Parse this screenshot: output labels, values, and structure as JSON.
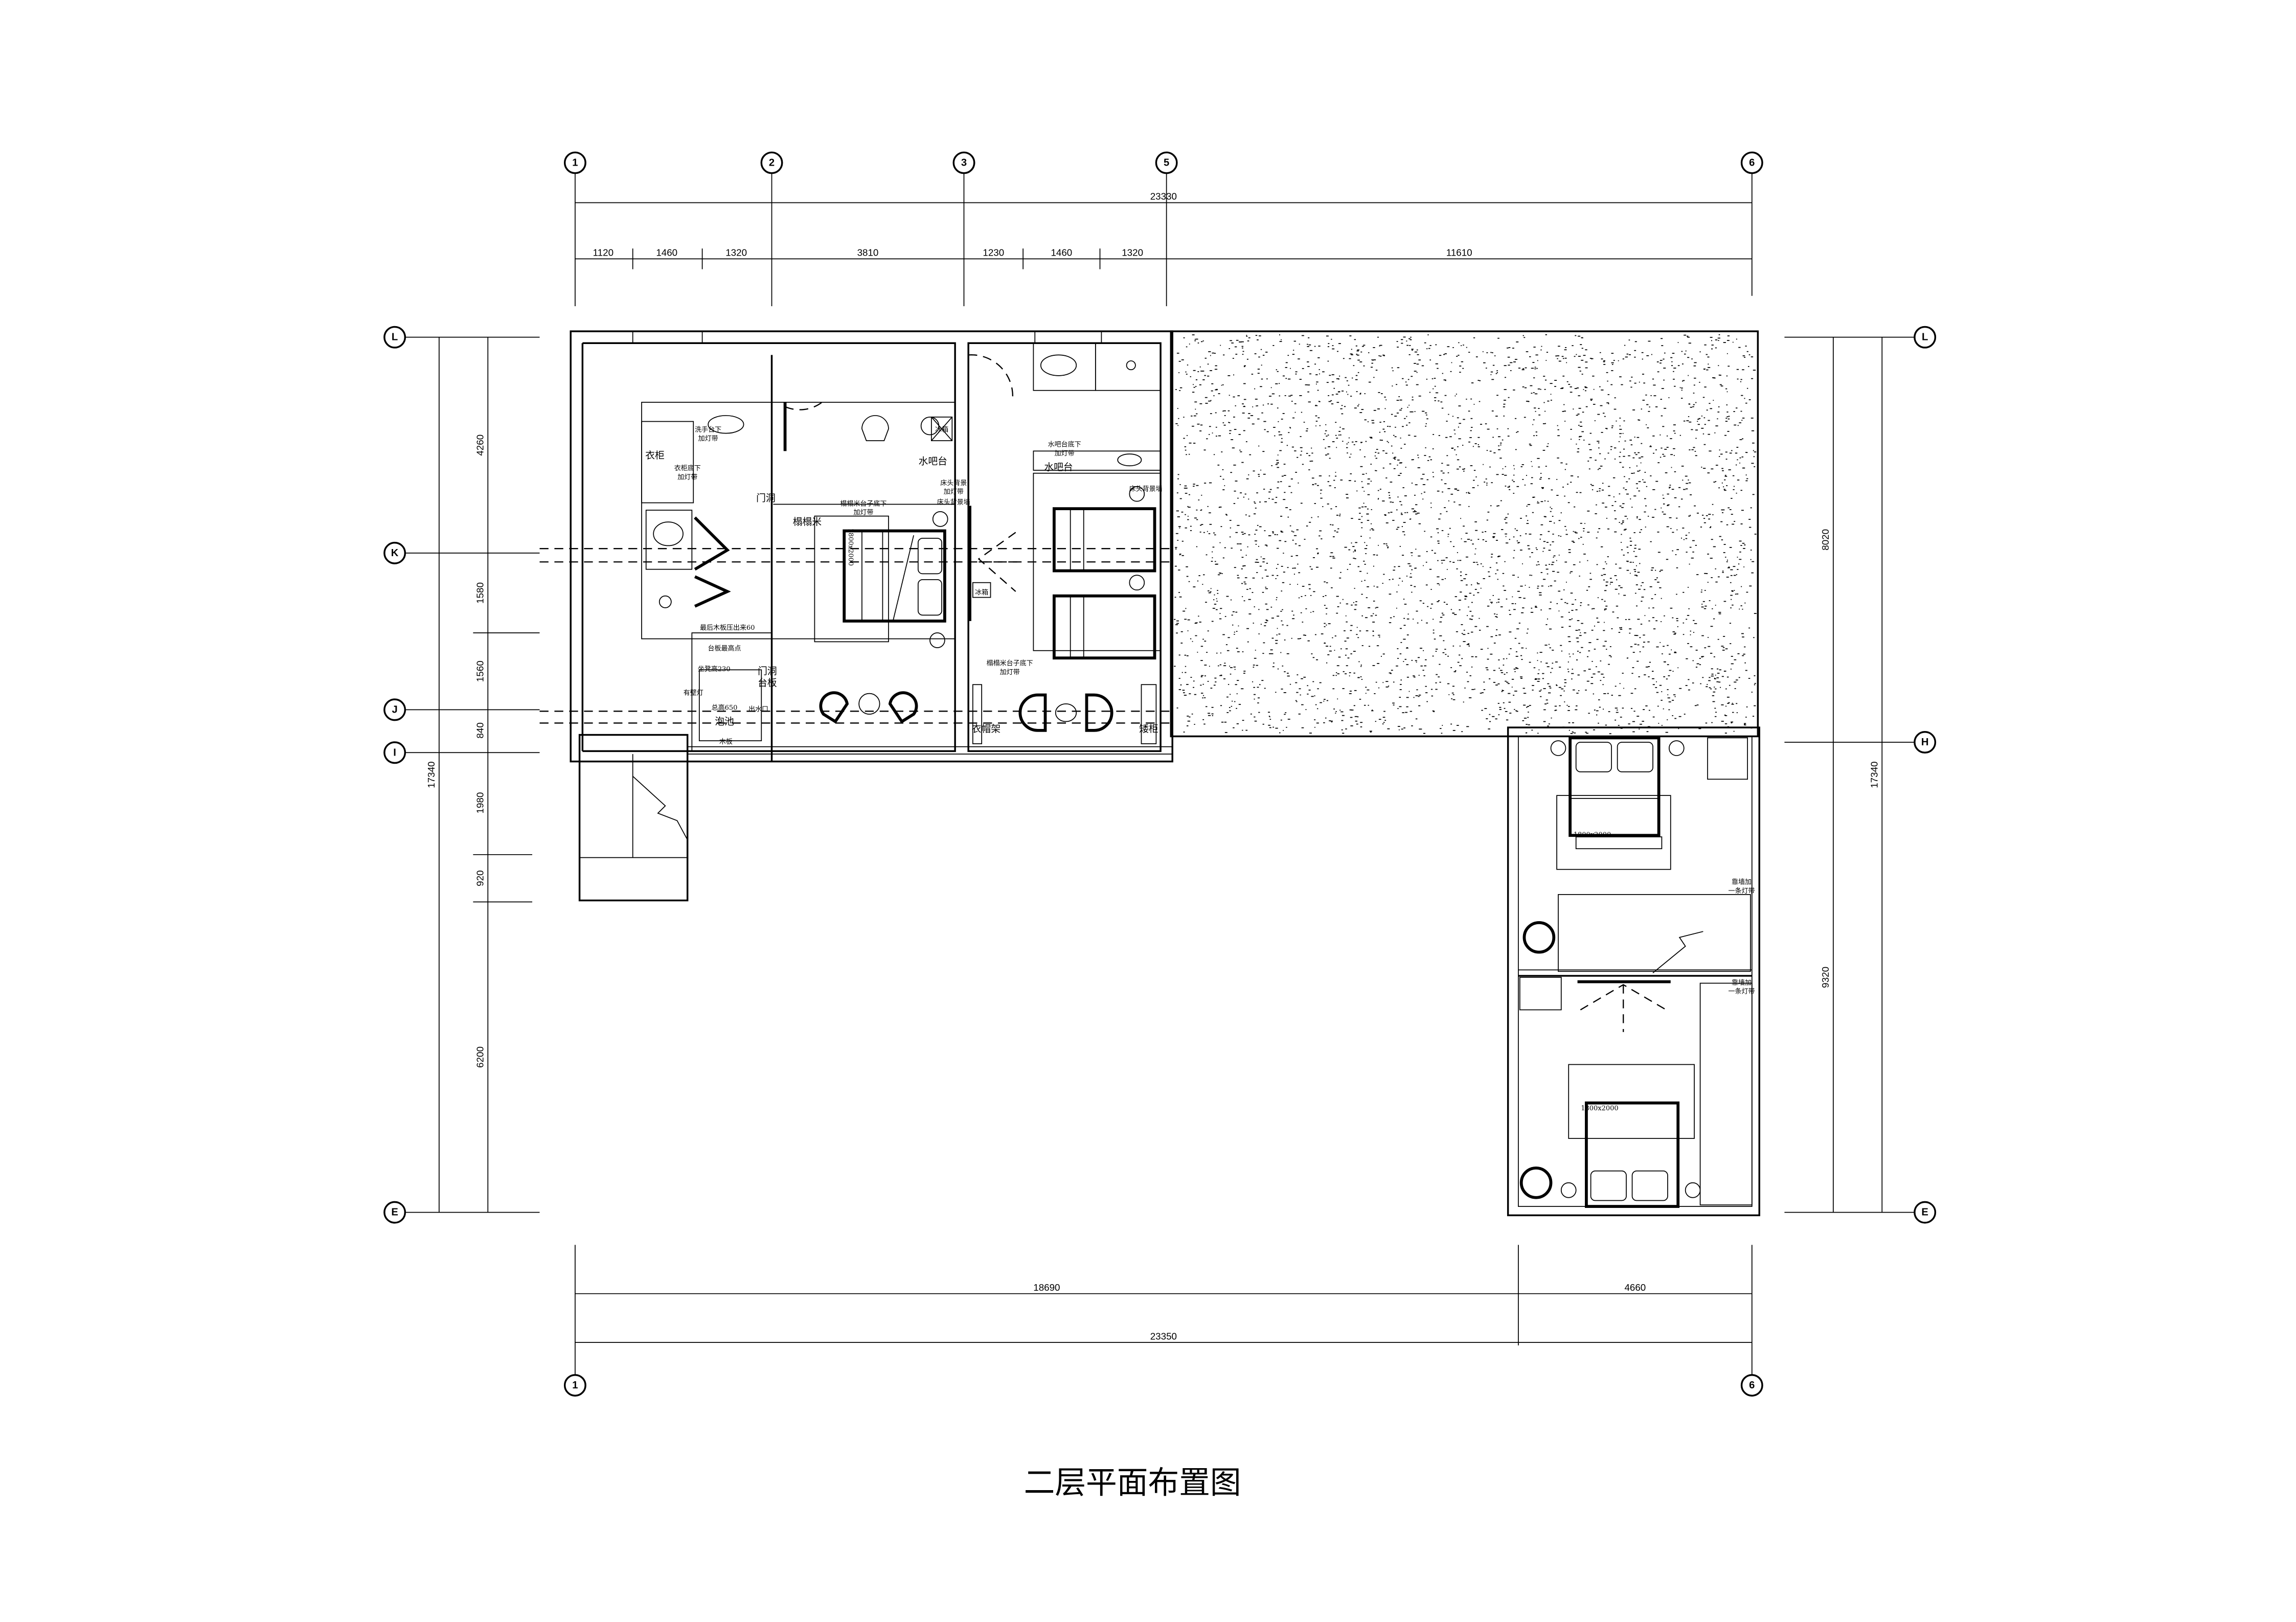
{
  "title": "二层平面布置图",
  "grid": {
    "top": [
      "1",
      "2",
      "3",
      "5",
      "6"
    ],
    "bottom": [
      "1",
      "6"
    ],
    "left": [
      "L",
      "K",
      "J",
      "I",
      "E"
    ],
    "right": [
      "L",
      "H",
      "E"
    ]
  },
  "dimensions": {
    "top_total": "23330",
    "top_segments": [
      "1120",
      "1460",
      "1320",
      "3810",
      "1230",
      "1460",
      "1320",
      "11610"
    ],
    "bottom_segments": [
      "18690",
      "4660"
    ],
    "bottom_total": "23350",
    "left_segments": [
      "4260",
      "1580",
      "1560",
      "840",
      "1980",
      "920",
      "6200"
    ],
    "left_total": "17340",
    "right_segments": [
      "8020",
      "9320"
    ],
    "right_total": "17340"
  },
  "rooms": {
    "room1": {
      "basin_light": "洗手台下",
      "light_strip": "加灯带",
      "wardrobe": "衣柜",
      "wardrobe_light": "衣柜底下",
      "doorway": "门洞",
      "fridge": "冰箱",
      "water_bar": "水吧台",
      "headboard_light": "床头背景",
      "headboard_wall": "床头背景墙",
      "tatami_light": "榻榻米台子底下",
      "tatami": "榻榻米",
      "bed_size": "1800x2000",
      "board_note": "最后木板压出来60",
      "platform": "台板最高点",
      "bench": "坐凳高230",
      "doorway2": "门洞",
      "platform2": "台板",
      "wall_lamp": "有壁灯",
      "total_height": "总高650",
      "bath_pool": "泡池",
      "outlet": "出水口",
      "wood_board": "木板"
    },
    "room2": {
      "water_bar_light": "水吧台底下",
      "light_strip": "加灯带",
      "water_bar": "水吧台",
      "headboard_wall": "床头背景墙",
      "fridge": "冰箱",
      "tatami_light": "榻榻米台子底下",
      "coat_rack": "衣帽架",
      "low_cabinet": "矮柜"
    },
    "room3": {
      "bed_size_1": "1800x2000",
      "bed_size_2": "1800x2000",
      "wall_light_1a": "靠墙加",
      "wall_light_1b": "一条灯带",
      "wall_light_2a": "靠墙加",
      "wall_light_2b": "一条灯带"
    }
  }
}
